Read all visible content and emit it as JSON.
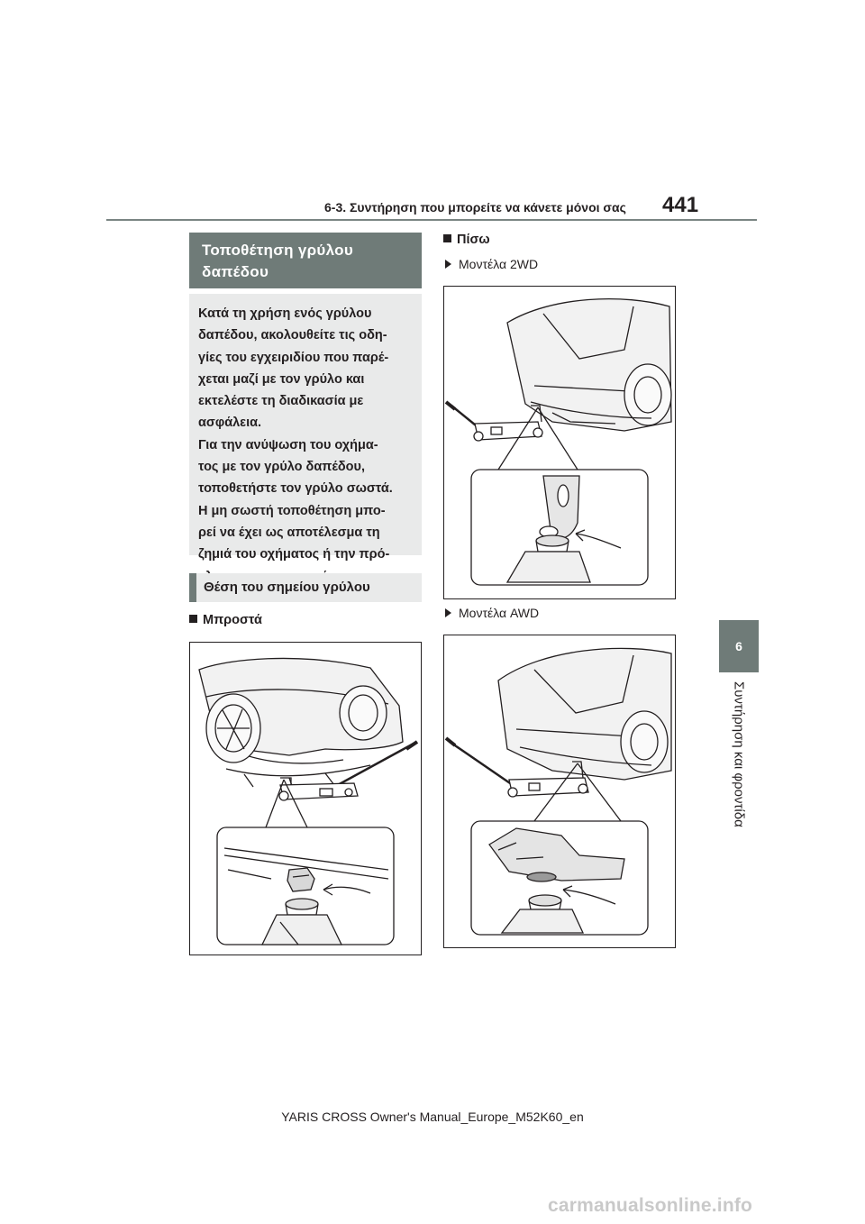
{
  "header": {
    "section": "6-3. Συντήρηση που μπορείτε να κάνετε μόνοι σας",
    "page_number": "441"
  },
  "chapter_tab": {
    "number": "6",
    "title": "Συντήρηση και φροντίδα"
  },
  "section_title_line1": "Τοποθέτηση γρύλου",
  "section_title_line2": "δαπέδου",
  "caution_lines": [
    "Κατά τη χρήση ενός γρύλου",
    "δαπέδου, ακολουθείτε τις οδη-",
    "γίες του εγχειριδίου που παρέ-",
    "χεται μαζί με τον γρύλο και",
    "εκτελέστε τη διαδικασία με",
    "ασφάλεια.",
    "Για την ανύψωση του οχήμα-",
    "τος με τον γρύλο δαπέδου,",
    "τοποθετήστε τον γρύλο σωστά.",
    "Η μη σωστή τοποθέτηση μπο-",
    "ρεί να έχει ως αποτέλεσμα τη",
    "ζημιά του οχήματος ή την πρό-",
    "κληση τραυματισμού."
  ],
  "subsection_title": "Θέση του σημείου γρύλου",
  "front_label": "Μπροστά",
  "rear_label": "Πίσω",
  "model_2wd": "Μοντέλα 2WD",
  "model_awd": "Μοντέλα AWD",
  "footer": "YARIS CROSS Owner's Manual_Europe_M52K60_en",
  "watermark": "carmanualsonline.info",
  "colors": {
    "accent_gray": "#6f7b78",
    "box_gray": "#e9eaea",
    "text": "#231f20"
  }
}
